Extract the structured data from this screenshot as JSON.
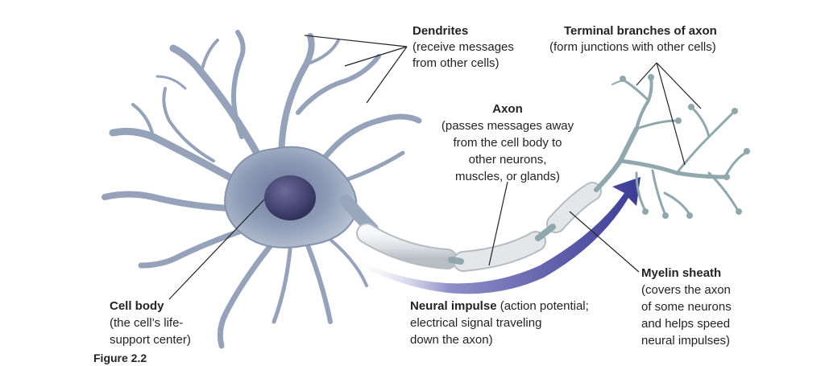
{
  "dendrites": {
    "title": "Dendrites",
    "desc_line1": "(receive messages",
    "desc_line2": "from other cells)"
  },
  "terminal_branches": {
    "title": "Terminal branches of axon",
    "desc": "(form junctions with other cells)"
  },
  "axon": {
    "title": "Axon",
    "desc_lines": [
      "(passes messages away",
      "from the cell body to",
      "other neurons,",
      "muscles, or glands)"
    ]
  },
  "cell_body": {
    "title": "Cell body",
    "desc_line1": "(the cell’s life-",
    "desc_line2": "support center)"
  },
  "neural_impulse": {
    "title": "Neural impulse",
    "desc_line1": " (action potential;",
    "desc_line2": "electrical signal traveling",
    "desc_line3": "down the axon)"
  },
  "myelin_sheath": {
    "title": "Myelin sheath",
    "desc_lines": [
      "(covers the axon",
      "of some neurons",
      "and helps speed",
      "neural impulses)"
    ]
  },
  "figure_caption": "Figure 2.2",
  "colors": {
    "neuron_body": "#8f9db5",
    "nucleus": "#3d3f6e",
    "myelin": "#e2e4e6",
    "terminal": "#8fa7ad",
    "impulse_arrow": "#4b4a9e",
    "leader_line": "#222222"
  }
}
